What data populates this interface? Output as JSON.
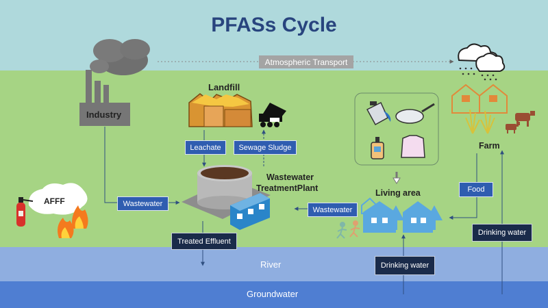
{
  "title": "PFASs Cycle",
  "nodes": {
    "industry": "Industry",
    "landfill": "Landfill",
    "wwtp_line1": "Wastewater",
    "wwtp_line2": "TreatmentPlant",
    "living_area_1": "Living",
    "living_area_2": "area",
    "farm": "Farm",
    "afff": "AFFF"
  },
  "flows": {
    "atmospheric_transport": "Atmospheric Transport",
    "leachate": "Leachate",
    "sewage_sludge": "Sewage Sludge",
    "wastewater_industry": "Wastewater",
    "wastewater_living": "Wastewater",
    "treated_effluent": "Treated Effluent",
    "food": "Food",
    "drinking_water_farm": "Drinking water",
    "drinking_water_living": "Drinking water"
  },
  "layers": {
    "river": "River",
    "groundwater": "Groundwater"
  },
  "colors": {
    "sky": "#afd9dc",
    "land": "#a6d484",
    "river": "#8faee0",
    "groundwater": "#4f7ed2",
    "title": "#28447e",
    "label_blue": "#2f5db0",
    "label_navy": "#1a2b4a",
    "atmospheric_label": "#a4a4a4"
  },
  "icons": [
    "industry-icon",
    "landfill-icon",
    "dump-truck-icon",
    "wastewater-plant-icon",
    "cloud-rain-icon",
    "barn-icon",
    "crops-icon",
    "cow-icon",
    "house-icon",
    "running-person-icon",
    "fire-extinguisher-icon",
    "fire-icon",
    "kettle-icon",
    "frying-pan-icon",
    "soap-bottle-icon",
    "clothing-icon"
  ]
}
